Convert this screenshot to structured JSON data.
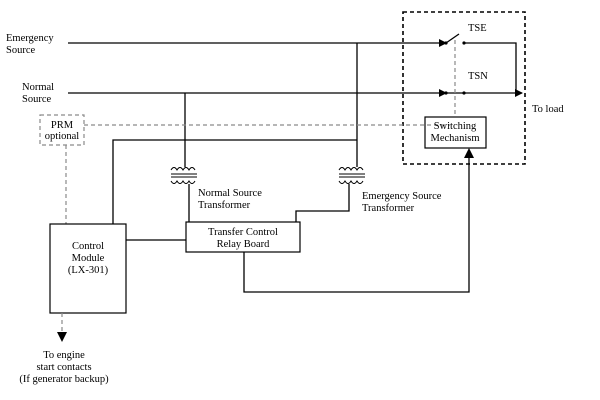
{
  "labels": {
    "emergency_source": [
      "Emergency",
      "Source"
    ],
    "normal_source": [
      "Normal",
      "Source"
    ],
    "tse": "TSE",
    "tsn": "TSN",
    "to_load": "To load",
    "prm": [
      "PRM",
      "optional"
    ],
    "switching_mechanism": [
      "Switching",
      "Mechanism"
    ],
    "normal_transformer": [
      "Normal Source",
      "Transformer"
    ],
    "emergency_transformer": [
      "Emergency Source",
      "Transformer"
    ],
    "relay_board": [
      "Transfer Control",
      "Relay Board"
    ],
    "control_module": [
      "Control",
      "Module",
      "(LX-301)"
    ],
    "engine_contacts": [
      "To engine",
      "start contacts",
      "(If generator backup)"
    ]
  },
  "colors": {
    "line": "#000000",
    "dashed_gray": "#8a8a8a",
    "background": "#ffffff"
  }
}
